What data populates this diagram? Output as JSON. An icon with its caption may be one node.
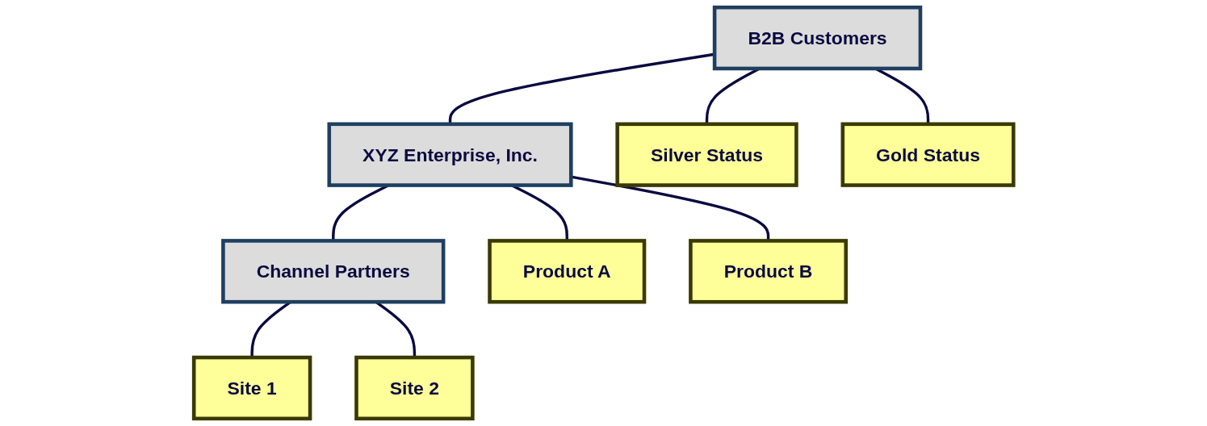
{
  "diagram": {
    "nodes": [
      {
        "text": [
          "B2B Customers"
        ]
      },
      {
        "text": [
          "XYZ Enterprise, Inc."
        ]
      },
      {
        "text": [
          "Channel Partners"
        ]
      },
      {
        "text": [
          "Silver Status"
        ]
      },
      {
        "text": [
          "Gold Status"
        ]
      },
      {
        "text": [
          "Site 1"
        ]
      },
      {
        "text": [
          "Site 2"
        ]
      },
      {
        "text": [
          "Product A"
        ]
      },
      {
        "text": [
          "Product B"
        ]
      }
    ],
    "edges": [
      {
        "from": 0,
        "to": 1,
        "arrow": "none"
      },
      {
        "from": 1,
        "to": 2,
        "arrow": "none"
      },
      {
        "from": 0,
        "to": 3,
        "arrow": "none"
      },
      {
        "from": 0,
        "to": 4,
        "arrow": "none"
      },
      {
        "from": 2,
        "to": 5,
        "arrow": "none"
      },
      {
        "from": 2,
        "to": 6,
        "arrow": "none"
      },
      {
        "from": 1,
        "to": 7,
        "arrow": "none"
      },
      {
        "from": 1,
        "to": 8,
        "arrow": "none"
      }
    ]
  }
}
